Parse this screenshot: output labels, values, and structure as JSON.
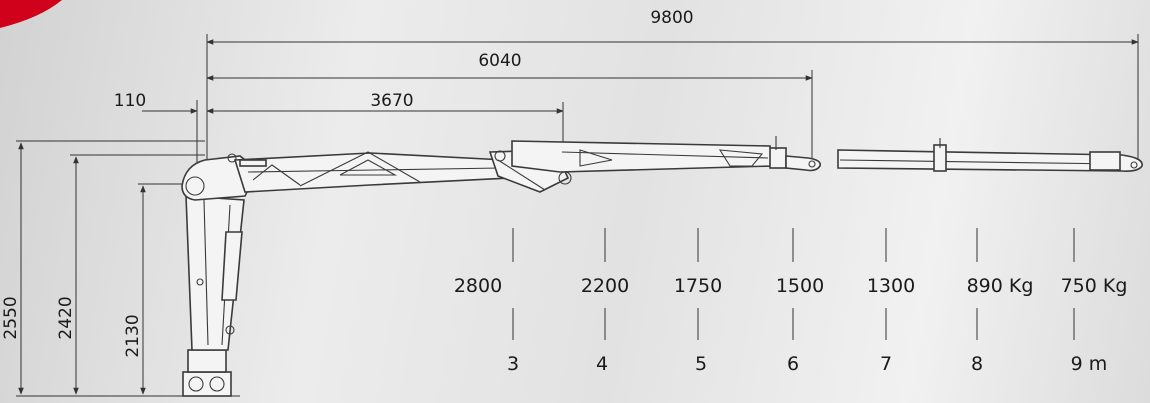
{
  "colors": {
    "accent": "#d0021b",
    "line": "#333333",
    "text": "#1a1a1a"
  },
  "horizontal_dimensions": [
    {
      "id": "reach-9800",
      "label": "9800"
    },
    {
      "id": "reach-6040",
      "label": "6040"
    },
    {
      "id": "reach-3670",
      "label": "3670"
    },
    {
      "id": "offset-110",
      "label": "110"
    }
  ],
  "vertical_dimensions": [
    {
      "id": "height-2550",
      "label": "2550"
    },
    {
      "id": "height-2420",
      "label": "2420"
    },
    {
      "id": "height-2130",
      "label": "2130"
    }
  ],
  "load_chart": {
    "capacities": [
      "2800",
      "2200",
      "1750",
      "1500",
      "1300",
      "890 Kg",
      "750 Kg"
    ],
    "distances": [
      "3",
      "4",
      "5",
      "6",
      "7",
      "8",
      "9 m"
    ]
  }
}
